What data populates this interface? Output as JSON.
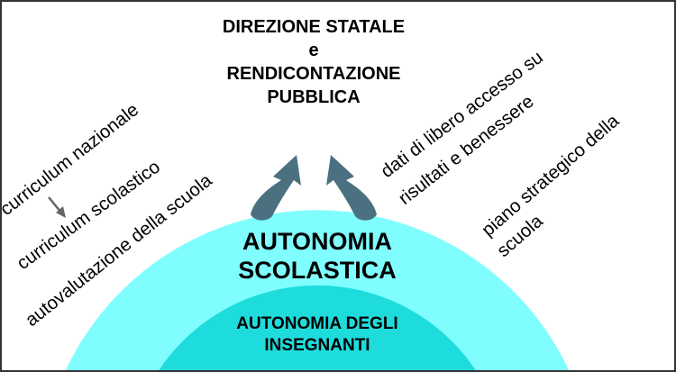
{
  "title": {
    "line1": "DIREZIONE STATALE",
    "line2": "e",
    "line3": "RENDICONTAZIONE",
    "line4": "PUBBLICA"
  },
  "left_items": {
    "curriculum_nazionale": "curriculum nazionale",
    "curriculum_scolastico": "curriculum scolastico",
    "autovalutazione": "autovalutazione della scuola"
  },
  "right_items": {
    "dati_line1": "dati di libero accesso su",
    "dati_line2": "risultati e benessere",
    "piano_line1": "piano strategico della",
    "piano_line2": "scuola"
  },
  "outer": {
    "line1": "AUTONOMIA",
    "line2": "SCOLASTICA"
  },
  "inner": {
    "line1": "AUTONOMIA DEGLI",
    "line2": "INSEGNANTI"
  },
  "colors": {
    "outer": "#80feff",
    "inner": "#1fdcdc",
    "arrow": "#4b7181",
    "small_arrow": "#666666"
  }
}
